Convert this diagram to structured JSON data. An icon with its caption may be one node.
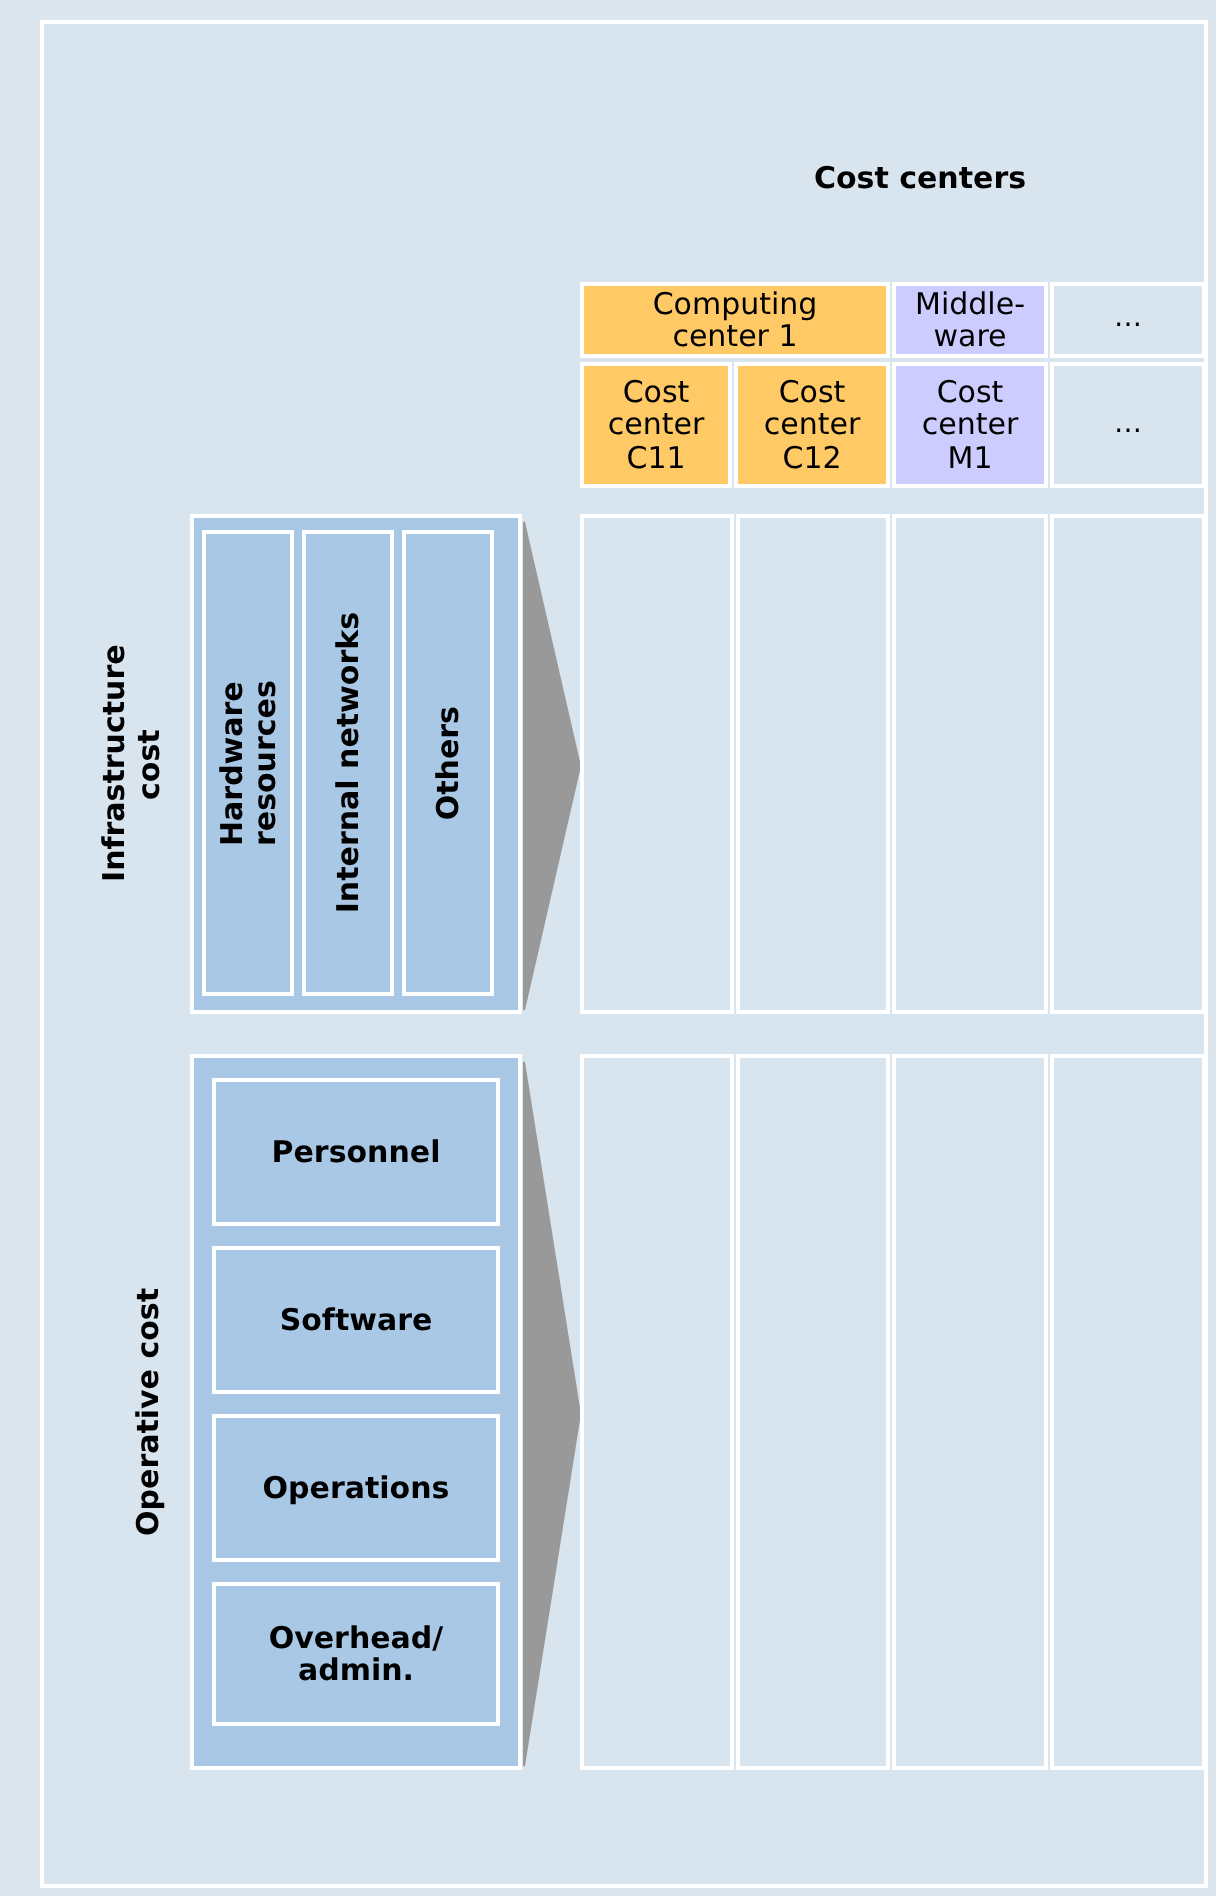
{
  "diagram": {
    "title": "Cost centers",
    "nodes": [
      {
        "text": [
          "Computing center 1"
        ]
      },
      {
        "text": [
          "Middle-ware"
        ]
      },
      {
        "text": [
          "…"
        ]
      },
      {
        "text": [
          "Cost center C11"
        ]
      },
      {
        "text": [
          "Cost center C12"
        ]
      },
      {
        "text": [
          "Cost center M1"
        ]
      },
      {
        "text": [
          "…"
        ]
      },
      {
        "text": [
          "Infrastructure cost"
        ]
      },
      {
        "text": [
          "Hardware resources"
        ],
        "in": 7
      },
      {
        "text": [
          "Internal networks"
        ],
        "in": 7
      },
      {
        "text": [
          "Others"
        ],
        "in": 7
      },
      {
        "text": [
          "Operative cost"
        ]
      },
      {
        "text": [
          "Personnel"
        ],
        "in": 11
      },
      {
        "text": [
          "Software"
        ],
        "in": 11
      },
      {
        "text": [
          "Operations"
        ],
        "in": 11
      },
      {
        "text": [
          "Overhead/ admin."
        ],
        "in": 11
      },
      {
        "text": [],
        "shape": "box"
      },
      {
        "text": [],
        "shape": "box"
      },
      {
        "text": [],
        "shape": "box"
      },
      {
        "text": [],
        "shape": "box"
      },
      {
        "text": [],
        "shape": "box"
      },
      {
        "text": [],
        "shape": "box"
      },
      {
        "text": [],
        "shape": "box"
      },
      {
        "text": [],
        "shape": "box"
      }
    ],
    "edges": [
      {
        "from": 7,
        "to": 16,
        "arrow": "to"
      },
      {
        "from": 11,
        "to": 20,
        "arrow": "to"
      }
    ]
  }
}
